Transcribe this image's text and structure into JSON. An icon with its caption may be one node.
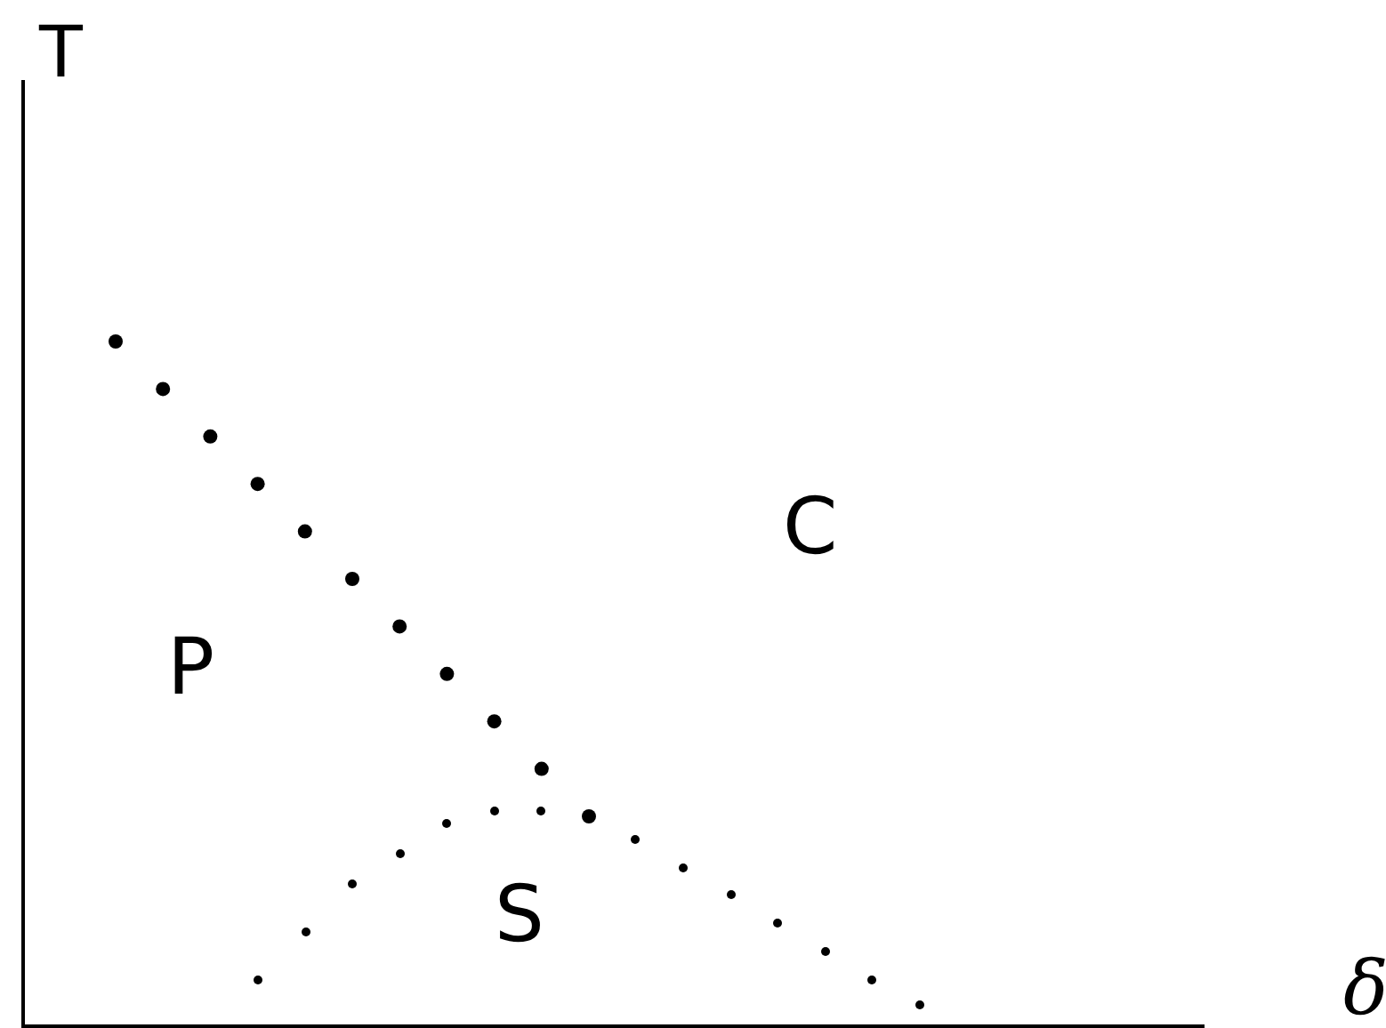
{
  "diagram": {
    "labels": [
      "T",
      "δ",
      "P",
      "C",
      "S"
    ]
  }
}
